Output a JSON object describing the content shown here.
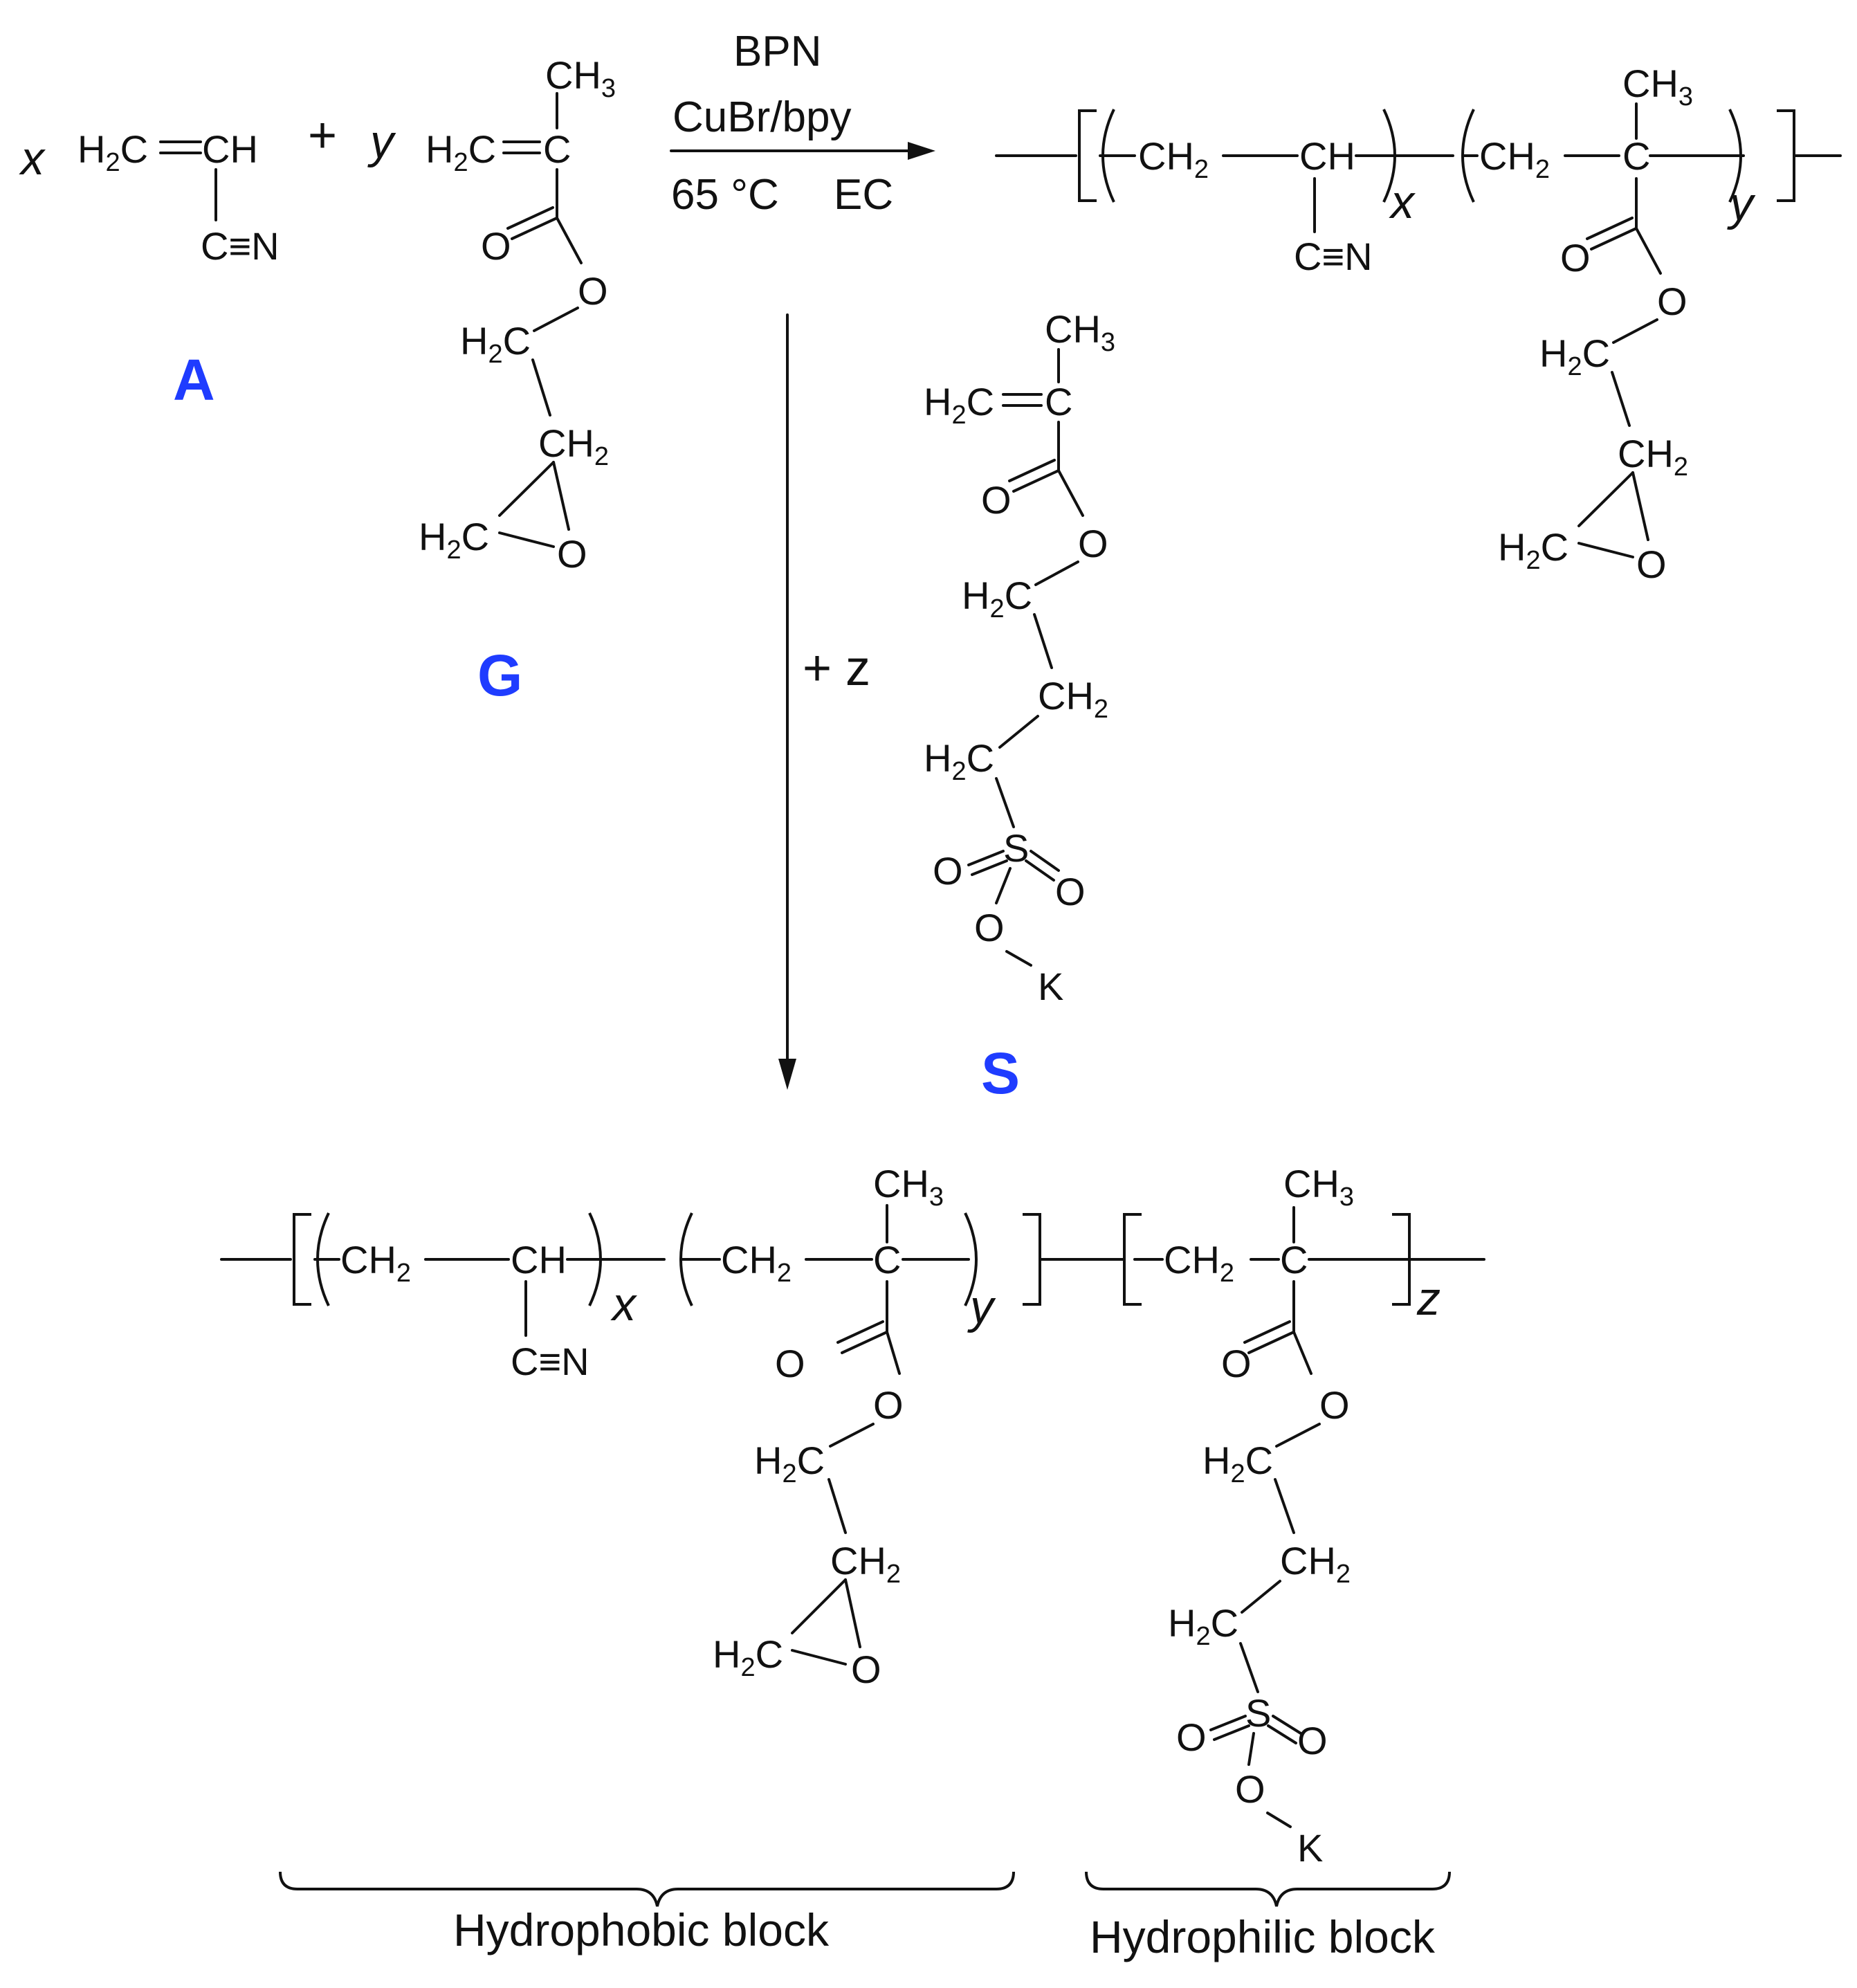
{
  "reaction": {
    "coef_x": "x",
    "coef_y": "y",
    "coef_z": "z",
    "plus": "+",
    "conditions": [
      "BPN",
      "CuBr/bpy",
      "65 °C",
      "EC"
    ],
    "step2_prefix": "+ z"
  },
  "monomers": {
    "A": "A",
    "G": "G",
    "S": "S"
  },
  "atoms": {
    "H2C": "H2C",
    "CH": "CH",
    "CH2": "CH2",
    "CH3": "CH3",
    "C": "C",
    "O": "O",
    "N": "N",
    "S": "S",
    "K": "K",
    "CN": "C≡N"
  },
  "blocks": {
    "hydrophobic": "Hydrophobic block",
    "hydrophilic": "Hydrophilic block"
  }
}
